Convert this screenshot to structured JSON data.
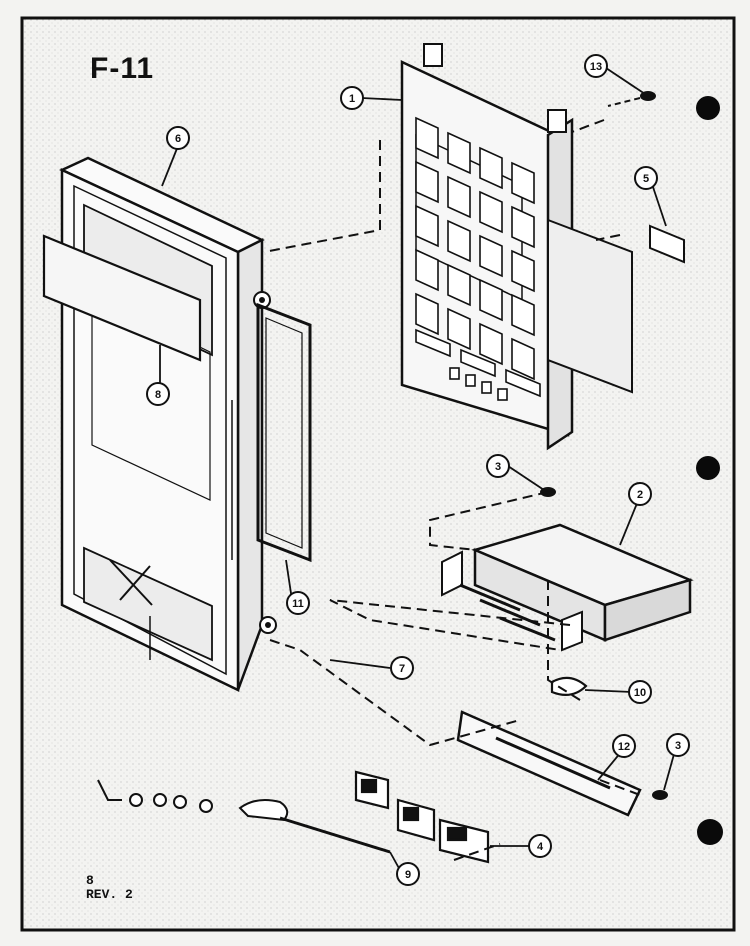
{
  "figure": {
    "code": "F-11"
  },
  "footer": {
    "page": "8",
    "revision": "REV. 2"
  },
  "callouts": [
    {
      "id": "c1",
      "label": "1"
    },
    {
      "id": "c13",
      "label": "13"
    },
    {
      "id": "c6a",
      "label": "6"
    },
    {
      "id": "c5",
      "label": "5"
    },
    {
      "id": "c8",
      "label": "8"
    },
    {
      "id": "c3a",
      "label": "3"
    },
    {
      "id": "c2",
      "label": "2"
    },
    {
      "id": "c11",
      "label": "11"
    },
    {
      "id": "c7",
      "label": "7"
    },
    {
      "id": "c10",
      "label": "10"
    },
    {
      "id": "c12",
      "label": "12"
    },
    {
      "id": "c3b",
      "label": "3"
    },
    {
      "id": "c4",
      "label": "4"
    },
    {
      "id": "c9",
      "label": "9"
    }
  ]
}
